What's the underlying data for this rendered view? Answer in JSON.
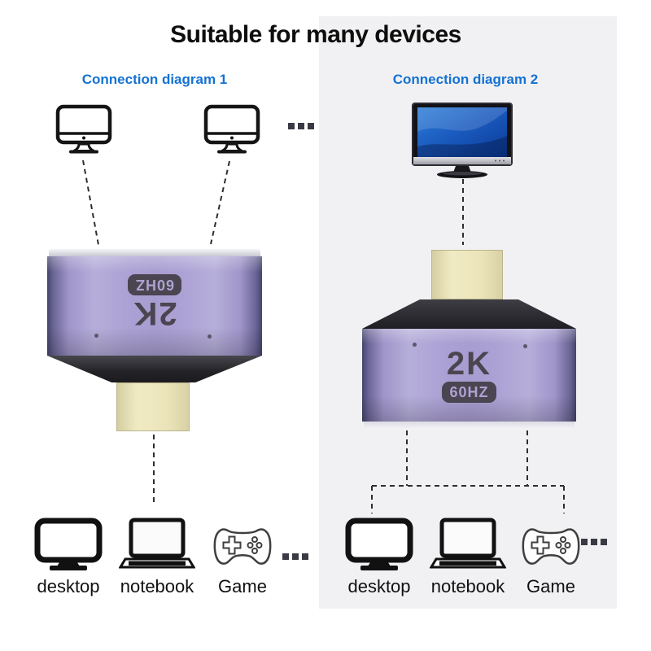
{
  "title": "Suitable for many devices",
  "colors": {
    "heading_text": "#0e0e0e",
    "diagram_label_blue": "#1472d3",
    "panel_background": "#f1f1f3",
    "adapter_purple": "#a89ed1",
    "adapter_engraving": "#4a4550",
    "hdmi_gold": "#ece5ba",
    "dashed_line": "#2e2e2e"
  },
  "diagram1": {
    "label": "Connection diagram 1",
    "sources": [
      {
        "icon": "imac-monitor-icon"
      },
      {
        "icon": "imac-monitor-icon"
      },
      {
        "icon": "ellipsis-squares-icon"
      }
    ],
    "adapter": {
      "resolution": "2K",
      "refresh_rate": "60HZ"
    },
    "devices": [
      {
        "label": "desktop",
        "icon": "desktop-icon"
      },
      {
        "label": "notebook",
        "icon": "notebook-icon"
      },
      {
        "label": "Game",
        "icon": "gamepad-icon"
      },
      {
        "icon": "ellipsis-squares-icon"
      }
    ]
  },
  "diagram2": {
    "label": "Connection diagram 2",
    "sources": [
      {
        "icon": "lcd-monitor-icon"
      }
    ],
    "adapter": {
      "resolution": "2K",
      "refresh_rate": "60HZ"
    },
    "devices": [
      {
        "label": "desktop",
        "icon": "desktop-icon"
      },
      {
        "label": "notebook",
        "icon": "notebook-icon"
      },
      {
        "label": "Game",
        "icon": "gamepad-icon"
      },
      {
        "icon": "ellipsis-squares-icon"
      }
    ]
  }
}
